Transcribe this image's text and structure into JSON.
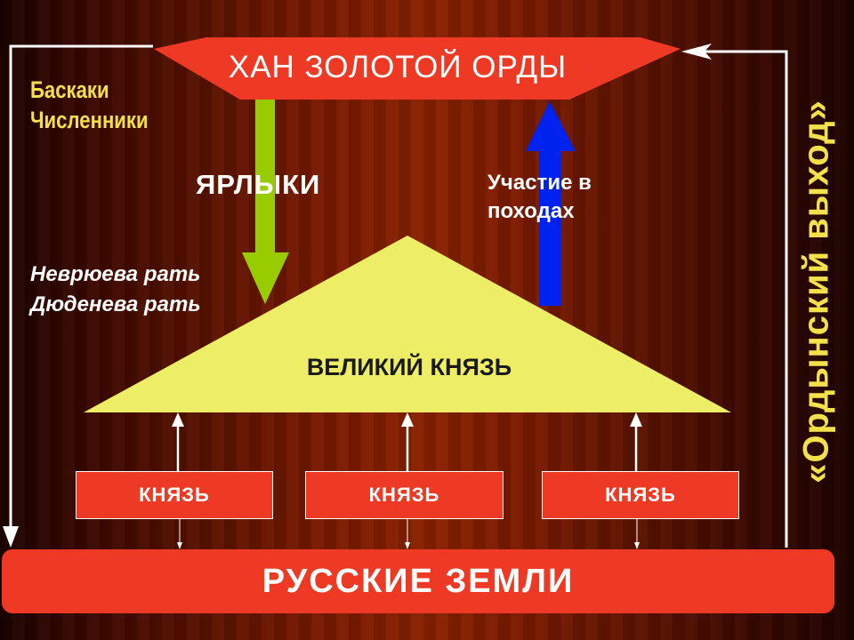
{
  "khan": {
    "label": "ХАН ЗОЛОТОЙ ОРДЫ"
  },
  "officials": [
    "Баскаки",
    "Численники"
  ],
  "arrows": {
    "down_label": "ЯРЛЫКИ",
    "up_label_lines": [
      "Участие в",
      "походах"
    ]
  },
  "armies": [
    "Неврюева рать",
    "Дюденева рать"
  ],
  "grand_prince": {
    "label": "ВЕЛИКИЙ КНЯЗЬ"
  },
  "princes": [
    "КНЯЗЬ",
    "КНЯЗЬ",
    "КНЯЗЬ"
  ],
  "lands": {
    "label": "РУССКИЕ ЗЕМЛИ"
  },
  "tribute": {
    "label": "«Ордынский выход»"
  },
  "colors": {
    "khan_fill": "#ee3a24",
    "triangle_fill": "#eeee66",
    "down_arrow": "#99cc00",
    "up_arrow": "#0022ee",
    "accent_text": "#f4e04a"
  }
}
